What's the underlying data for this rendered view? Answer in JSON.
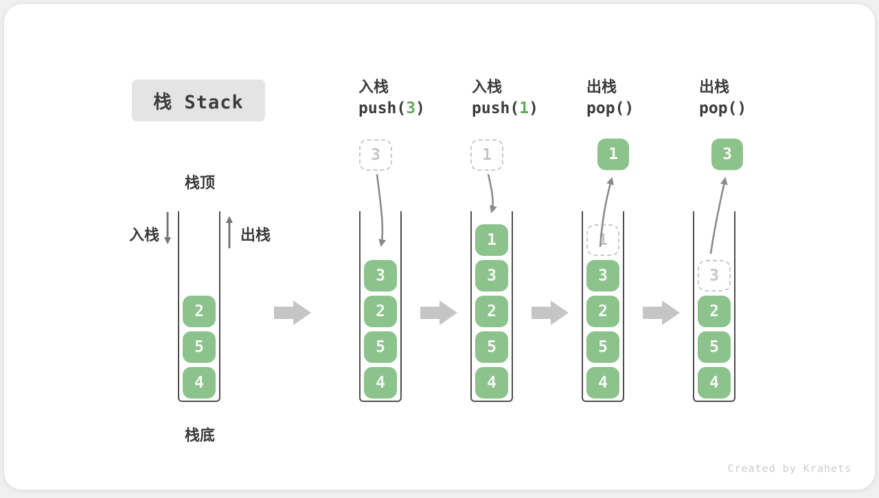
{
  "title": "栈 Stack",
  "labels": {
    "stack_top": "栈顶",
    "stack_bottom": "栈底",
    "push_side": "入栈",
    "pop_side": "出栈"
  },
  "steps": [
    {
      "cn": "入栈",
      "code_pre": "push(",
      "code_arg": "3",
      "code_post": ")"
    },
    {
      "cn": "入栈",
      "code_pre": "push(",
      "code_arg": "1",
      "code_post": ")"
    },
    {
      "cn": "出栈",
      "code_pre": "pop(",
      "code_arg": "",
      "code_post": ")"
    },
    {
      "cn": "出栈",
      "code_pre": "pop(",
      "code_arg": "",
      "code_post": ")"
    }
  ],
  "stacks": [
    {
      "elements": [
        "2",
        "5",
        "4"
      ]
    },
    {
      "elements": [
        "3",
        "2",
        "5",
        "4"
      ],
      "floating": {
        "value": "3",
        "style": "dashed"
      }
    },
    {
      "elements": [
        "1",
        "3",
        "2",
        "5",
        "4"
      ],
      "floating": {
        "value": "1",
        "style": "dashed"
      }
    },
    {
      "elements": [
        "3",
        "2",
        "5",
        "4"
      ],
      "ghost": "1",
      "floating": {
        "value": "1",
        "style": "solid"
      }
    },
    {
      "elements": [
        "2",
        "5",
        "4"
      ],
      "ghost": "3",
      "floating": {
        "value": "3",
        "style": "solid"
      }
    }
  ],
  "colors": {
    "cell_green": "#8cc28c",
    "accent_green": "#64a85c",
    "container_border": "#4d4d4d",
    "curve_arrow": "#8a8a8a",
    "straight_arrow": "#757575",
    "chevron_gray": "#c5c5c5",
    "ghost_gray": "#c9c9c9",
    "title_bg": "#e4e4e4",
    "text_dark": "#3a3a3a",
    "watermark_gray": "#cbcbcb"
  },
  "watermark": "Created by Krahets"
}
